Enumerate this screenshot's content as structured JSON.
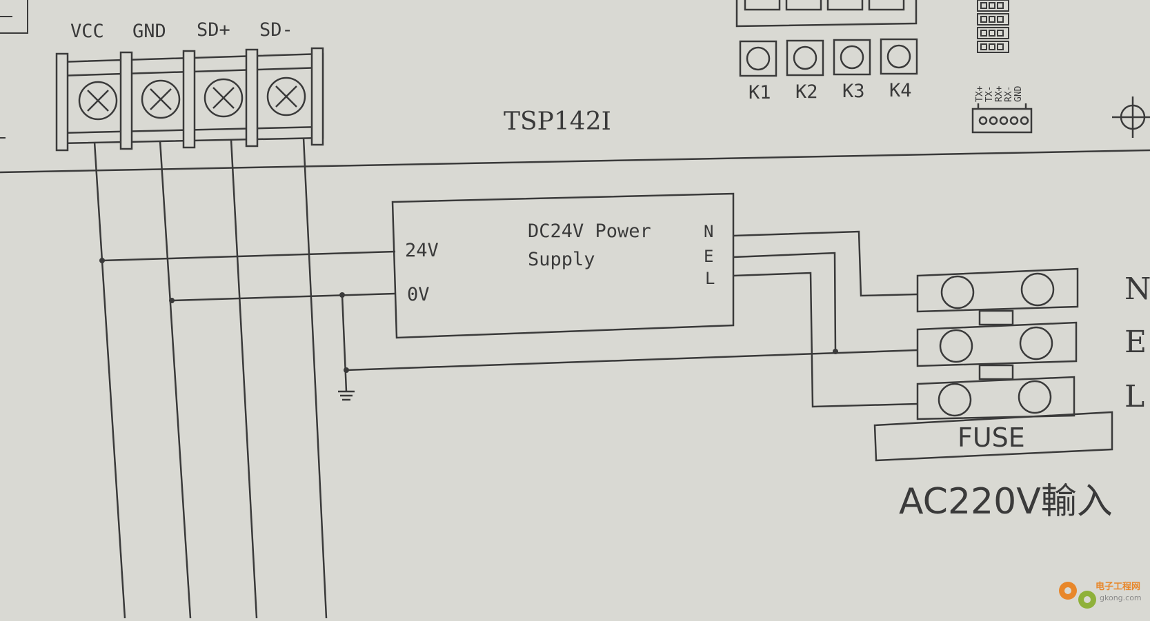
{
  "terminal_block": {
    "labels": [
      "VCC",
      "GND",
      "SD+",
      "SD-"
    ]
  },
  "controller": {
    "title": "TSP142I",
    "keys": [
      "K1",
      "K2",
      "K3",
      "K4"
    ],
    "serial_pins": [
      "TX+",
      "TX-",
      "RX+",
      "RX-",
      "GND"
    ]
  },
  "power_supply": {
    "title_line1": "DC24V Power",
    "title_line2": "Supply",
    "out_24v": "24V",
    "out_0v": "0V",
    "in_n": "N",
    "in_e": "E",
    "in_l": "L"
  },
  "ac_input": {
    "labels": [
      "N",
      "E",
      "L"
    ],
    "fuse_label": "FUSE",
    "caption": "AC220V輸入"
  },
  "watermark": {
    "line1": "电子工程网",
    "line2": "gkong.com"
  },
  "colors": {
    "paper": "#d9d9d3",
    "ink": "#3a3a3a",
    "watermark_orange": "#e8872a",
    "watermark_green": "#8fb13a"
  }
}
